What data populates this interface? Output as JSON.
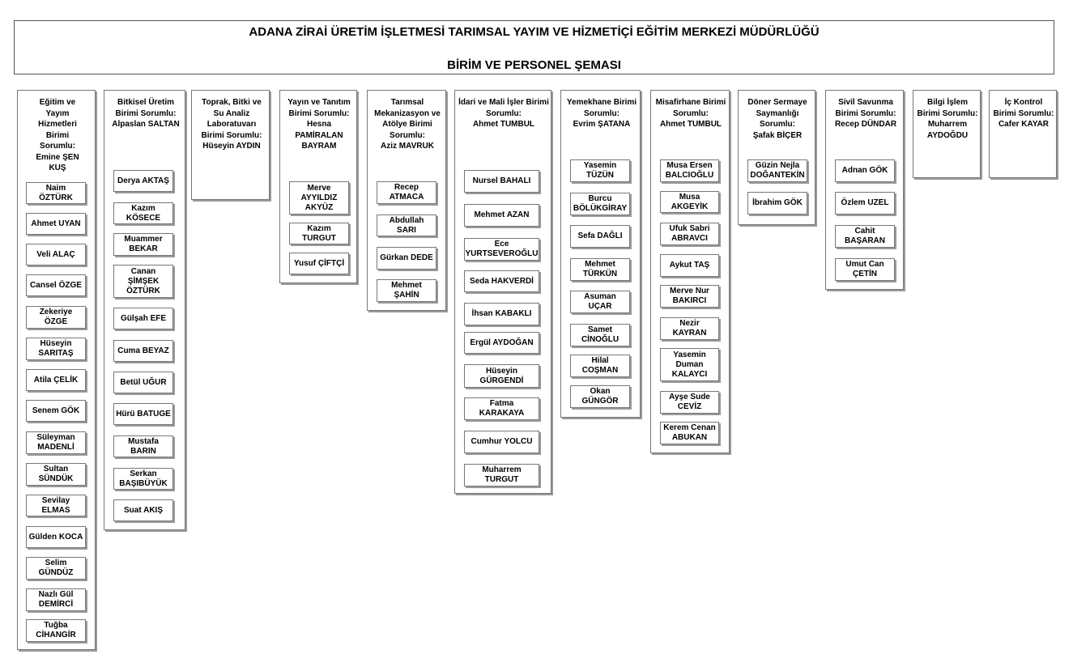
{
  "title_line1": "ADANA ZİRAİ ÜRETİM İŞLETMESİ TARIMSAL YAYIM VE HİZMETİÇİ EĞİTİM MERKEZİ MÜDÜRLÜĞÜ",
  "title_line2": "BİRİM VE PERSONEL ŞEMASI",
  "units": [
    {
      "name": "Eğitim ve Yayım Hizmetleri Birimi Sorumlu:",
      "head": "Emine ŞEN KUŞ",
      "staff": [
        "Naim ÖZTÜRK",
        "Ahmet UYAN",
        "Veli ALAÇ",
        "Cansel ÖZGE",
        "Zekeriye ÖZGE",
        "Hüseyin SARITAŞ",
        "Atila ÇELİK",
        "Senem GÖK",
        "Süleyman MADENLİ",
        "Sultan SÜNDÜK",
        "Sevilay ELMAS",
        "Gülden KOCA",
        "Selim GÜNDÜZ",
        "Nazlı Gül DEMİRCİ",
        "Tuğba CİHANGİR"
      ]
    },
    {
      "name": "Bitkisel Üretim Birimi Sorumlu:",
      "head": "Alpaslan SALTAN",
      "staff": [
        "Derya AKTAŞ",
        "Kazım KÖSECE",
        "Muammer BEKAR",
        "Canan ŞİMŞEK ÖZTÜRK",
        "Gülşah EFE",
        "Cuma BEYAZ",
        "Betül UĞUR",
        "Hürü BATUGE",
        "Mustafa BARIN",
        "Serkan BAŞIBÜYÜK",
        "Suat AKIŞ"
      ]
    },
    {
      "name": "Toprak, Bitki ve Su Analiz Laboratuvarı Birimi Sorumlu:",
      "head": "Hüseyin AYDIN",
      "staff": []
    },
    {
      "name": "Yayın ve Tanıtım Birimi Sorumlu:",
      "head": "Hesna PAMİRALAN BAYRAM",
      "staff": [
        "Merve AYYILDIZ AKYÜZ",
        "Kazım TURGUT",
        "Yusuf ÇİFTÇİ"
      ]
    },
    {
      "name": "Tarımsal Mekanizasyon ve Atölye Birimi Sorumlu:",
      "head": "Aziz MAVRUK",
      "staff": [
        "Recep ATMACA",
        "Abdullah SARI",
        "Gürkan DEDE",
        "Mehmet ŞAHİN"
      ]
    },
    {
      "name": "İdari ve Mali İşler Birimi Sorumlu:",
      "head": "Ahmet TUMBUL",
      "staff": [
        "Nursel BAHALI",
        "Mehmet AZAN",
        "Ece YURTSEVEROĞLU",
        "Seda HAKVERDİ",
        "İhsan KABAKLI",
        "Ergül AYDOĞAN",
        "Hüseyin GÜRGENDİ",
        "Fatma KARAKAYA",
        "Cumhur YOLCU",
        "Muharrem TURGUT"
      ]
    },
    {
      "name": "Yemekhane Birimi Sorumlu:",
      "head": "Evrim ŞATANA",
      "staff": [
        "Yasemin TÜZÜN",
        "Burcu BÖLÜKGİRAY",
        "Sefa DAĞLI",
        "Mehmet TÜRKÜN",
        "Asuman UÇAR",
        "Samet CİNOĞLU",
        "Hilal COŞMAN",
        "Okan GÜNGÖR"
      ]
    },
    {
      "name": "Misafirhane Birimi Sorumlu:",
      "head": "Ahmet TUMBUL",
      "staff": [
        "Musa Ersen BALCIOĞLU",
        "Musa AKGEYİK",
        "Ufuk Sabri ABRAVCI",
        "Aykut TAŞ",
        "Merve Nur BAKIRCI",
        "Nezir KAYRAN",
        "Yasemin Duman KALAYCI",
        "Ayşe Sude CEVİZ",
        "Kerem Cenan ABUKAN"
      ]
    },
    {
      "name": "Döner Sermaye Saymanlığı Sorumlu:",
      "head": "Şafak BİÇER",
      "staff": [
        "Güzin Nejla DOĞANTEKİN",
        "İbrahim GÖK"
      ]
    },
    {
      "name": "Sivil Savunma Birimi Sorumlu:",
      "head": "Recep DÜNDAR",
      "staff": [
        "Adnan GÖK",
        "Özlem UZEL",
        "Cahit BAŞARAN",
        "Umut Can ÇETİN"
      ]
    },
    {
      "name": "Bilgi İşlem Birimi Sorumlu:",
      "head": "Muharrem AYDOĞDU",
      "staff": []
    },
    {
      "name": "İç Kontrol Birimi Sorumlu:",
      "head": "Cafer KAYAR",
      "staff": []
    }
  ]
}
